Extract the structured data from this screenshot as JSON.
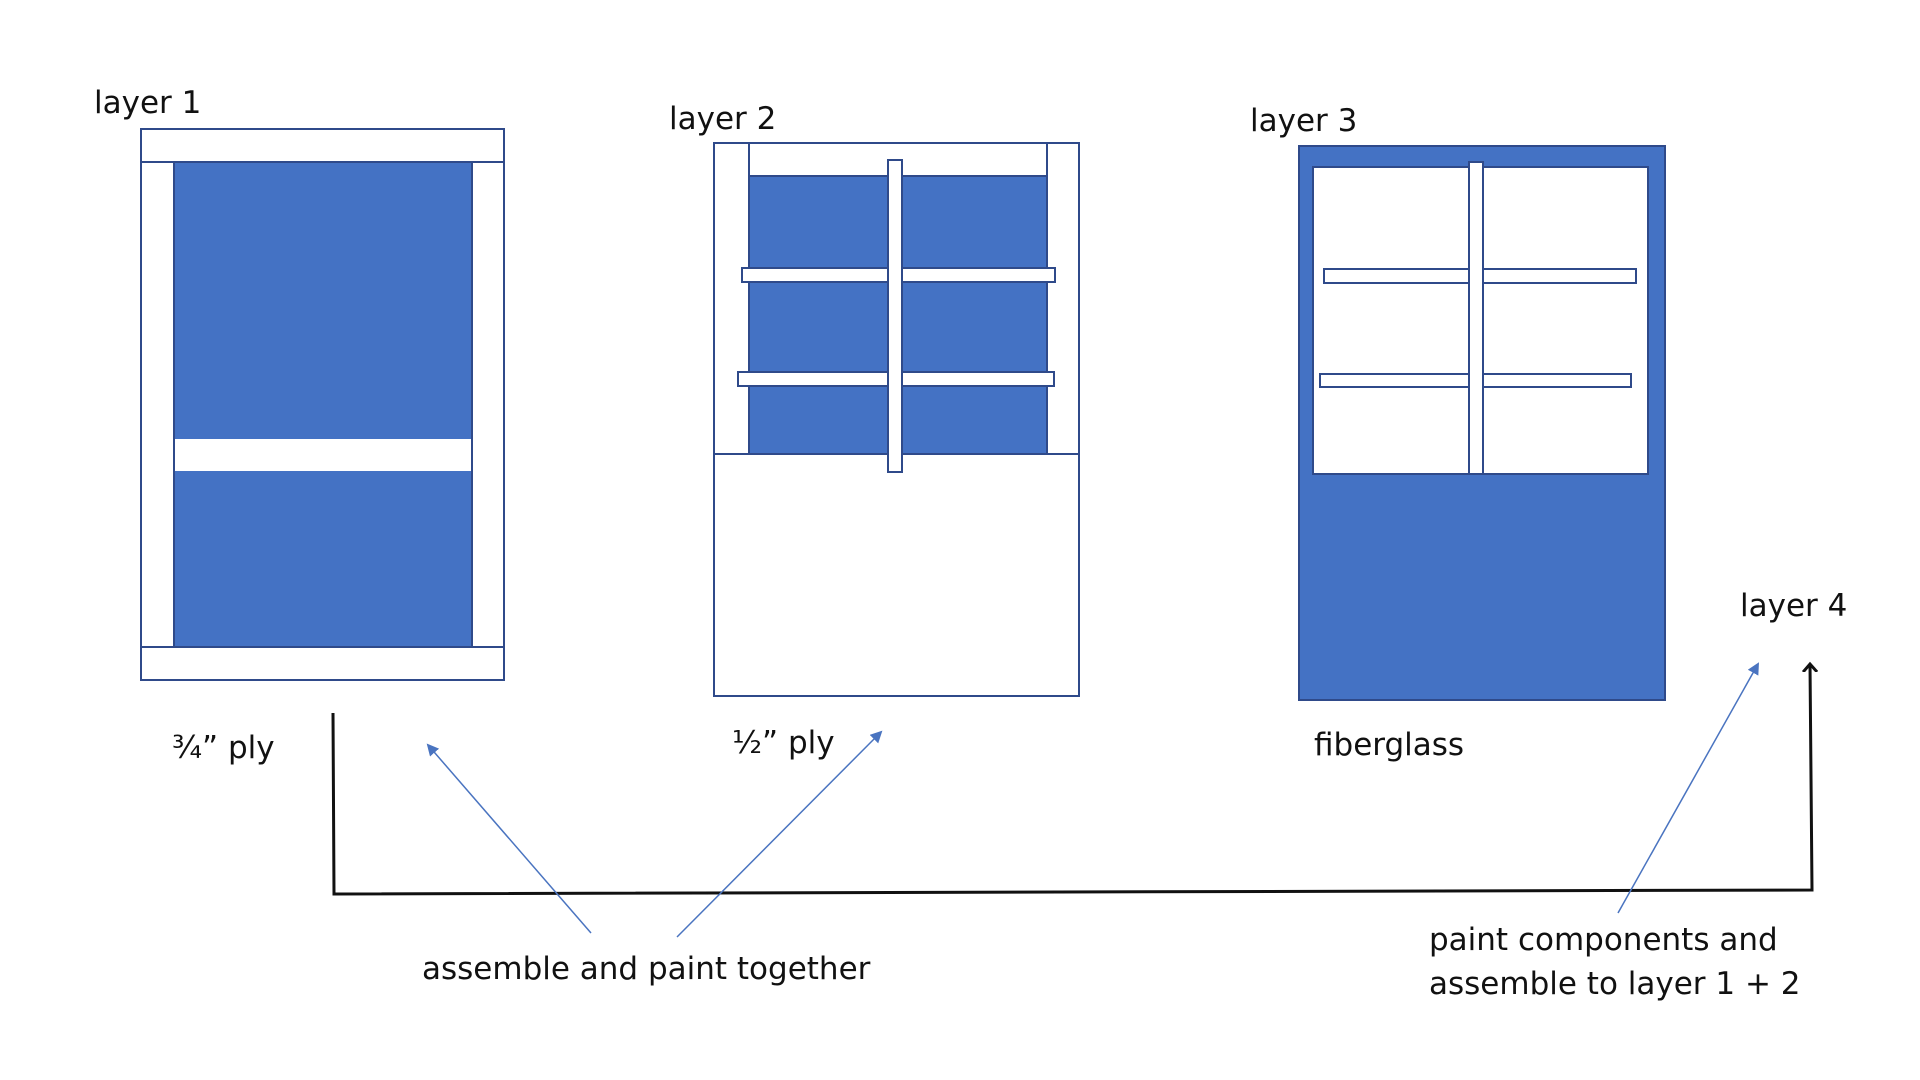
{
  "colors": {
    "panel_fill": "#4472C4",
    "outline": "#2F4A8A",
    "connector": "#111111",
    "callout_arrow": "#4A74C0",
    "background": "#FFFFFF"
  },
  "layers": [
    {
      "title": "layer 1",
      "material": "¾” ply"
    },
    {
      "title": "layer 2",
      "material": "½” ply"
    },
    {
      "title": "layer 3",
      "material": "fiberglass"
    },
    {
      "title": "layer 4"
    }
  ],
  "notes": {
    "assemble": "assemble and paint together",
    "paint_line1": "paint components and",
    "paint_line2": "assemble to layer 1 + 2"
  }
}
